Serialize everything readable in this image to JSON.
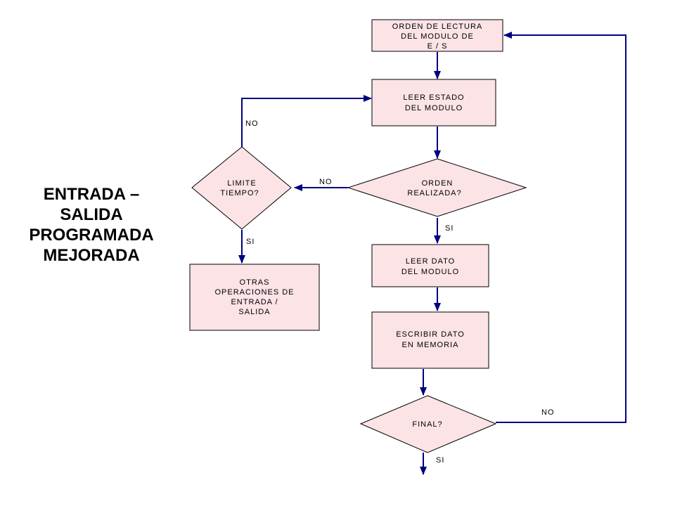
{
  "title_lines": [
    "ENTRADA –",
    "SALIDA",
    "PROGRAMADA",
    "MEJORADA"
  ],
  "colors": {
    "box_fill": "#fbe3e6",
    "box_stroke": "#000000",
    "arrow": "#000080"
  },
  "nodes": {
    "orden_lectura": [
      "ORDEN DE LECTURA",
      "DEL MODULO DE",
      "E / S"
    ],
    "leer_estado": [
      "LEER ESTADO",
      "DEL MODULO"
    ],
    "orden_realizada": [
      "ORDEN",
      "REALIZADA?"
    ],
    "limite_tiempo": [
      "LIMITE",
      "TIEMPO?"
    ],
    "otras_operaciones": [
      "OTRAS",
      "OPERACIONES DE",
      "ENTRADA /",
      "SALIDA"
    ],
    "leer_dato": [
      "LEER DATO",
      "DEL MODULO"
    ],
    "escribir_dato": [
      "ESCRIBIR DATO",
      "EN MEMORIA"
    ],
    "final": [
      "FINAL?"
    ]
  },
  "edge_labels": {
    "limite_no": "NO",
    "orden_no": "NO",
    "orden_si": "SI",
    "limite_si": "SI",
    "final_no": "NO",
    "final_si": "SI"
  }
}
